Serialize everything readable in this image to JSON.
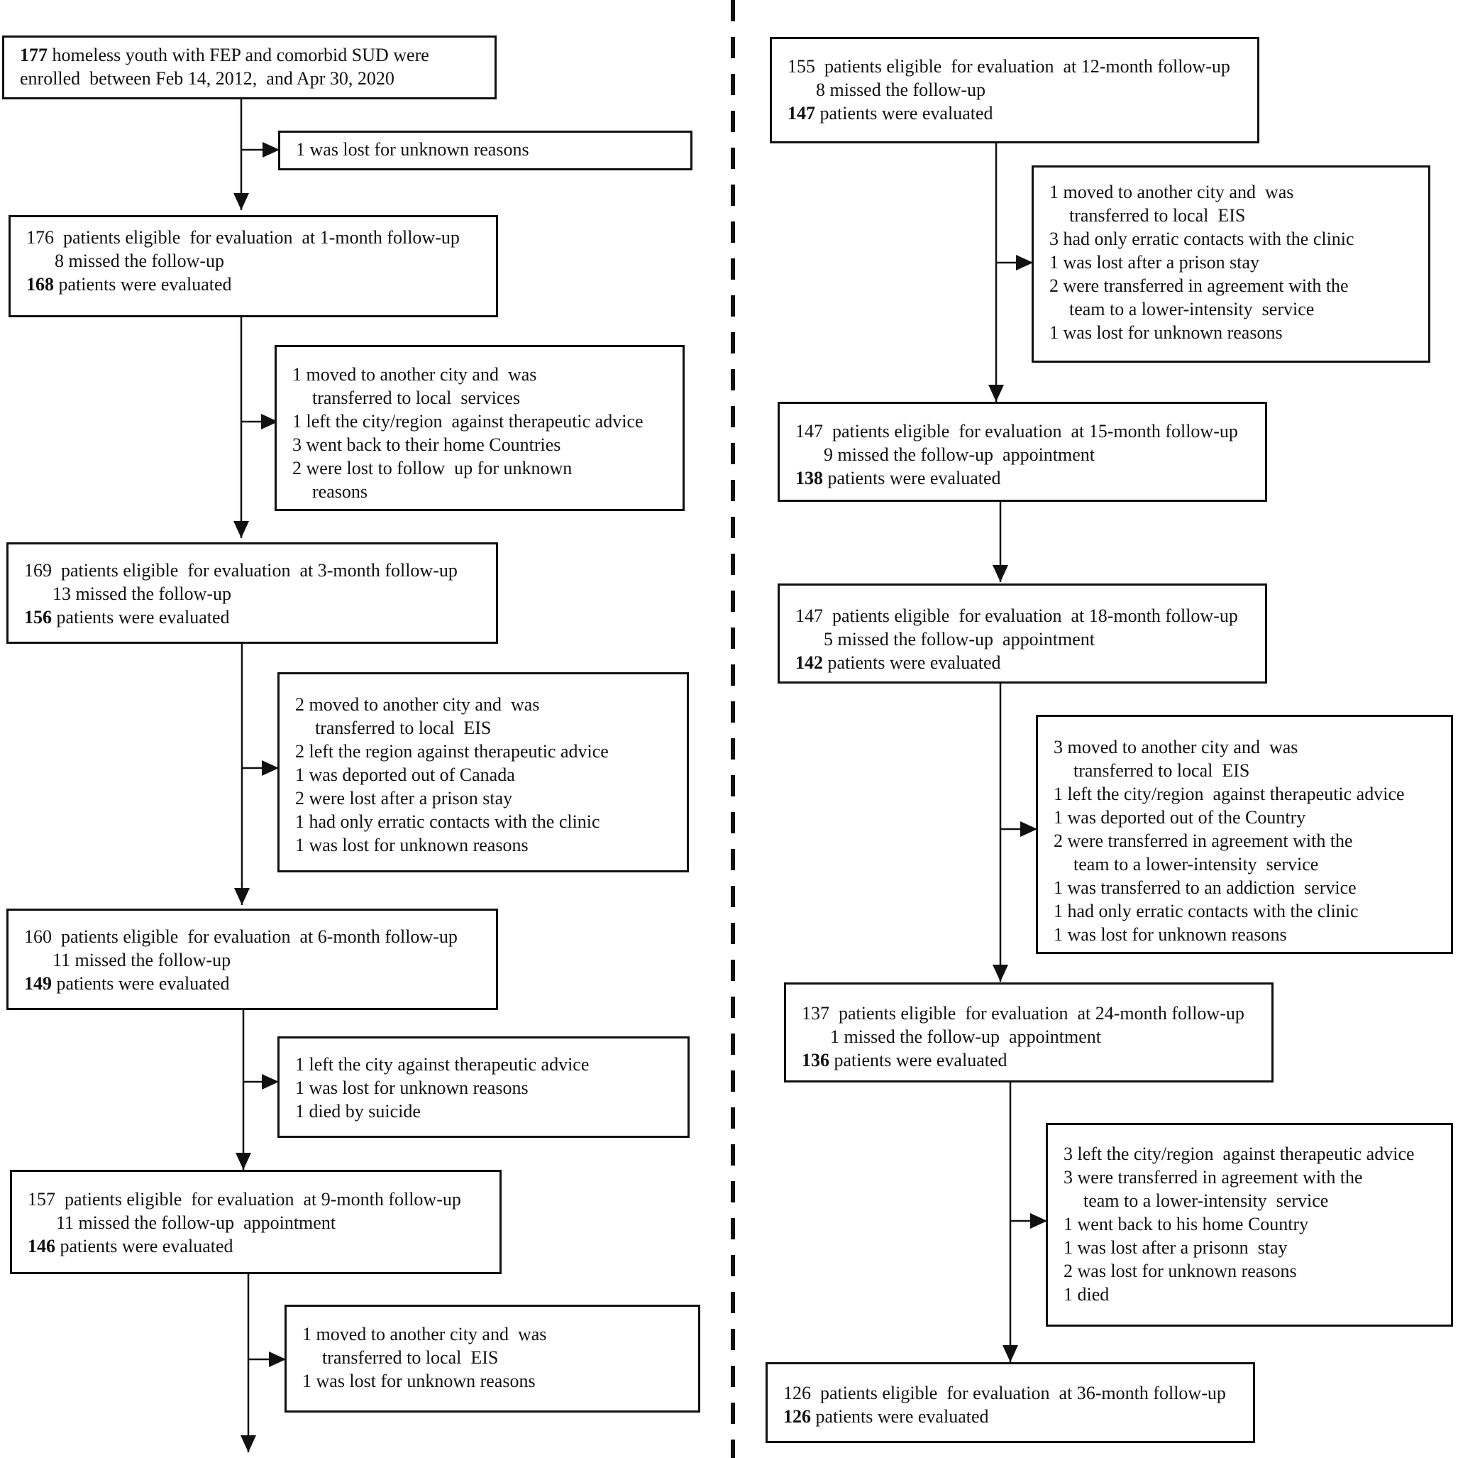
{
  "left_column": [
    {
      "name": "enrolled",
      "lines": [
        {
          "bold": "177",
          "text": " homeless youth with FEP and comorbid SUD were"
        },
        {
          "bold": "",
          "text": "enrolled  between Feb 14, 2012,  and Apr 30, 2020"
        }
      ]
    },
    {
      "name": "loss-0",
      "lines": [
        {
          "bold": "",
          "text": "1 was lost for unknown reasons"
        }
      ]
    },
    {
      "name": "followup-1-month",
      "lines": [
        {
          "bold": "",
          "text": "176  patients eligible  for evaluation  at 1-month follow-up"
        },
        {
          "bold": "",
          "text": "8 missed the follow-up",
          "sub": true
        },
        {
          "bold": "168",
          "text": " patients were evaluated"
        }
      ]
    },
    {
      "name": "loss-1",
      "lines": [
        {
          "bold": "",
          "text": "1 moved to another city and  was"
        },
        {
          "bold": "",
          "text": "transferred to local  services",
          "ind": true
        },
        {
          "bold": "",
          "text": "1 left the city/region  against therapeutic advice"
        },
        {
          "bold": "",
          "text": "3 went back to their home Countries"
        },
        {
          "bold": "",
          "text": "2 were lost to follow  up for unknown"
        },
        {
          "bold": "",
          "text": "reasons",
          "ind": true
        }
      ]
    },
    {
      "name": "followup-3-month",
      "lines": [
        {
          "bold": "",
          "text": "169  patients eligible  for evaluation  at 3-month follow-up"
        },
        {
          "bold": "",
          "text": "13 missed the follow-up",
          "sub": true
        },
        {
          "bold": "156",
          "text": " patients were evaluated"
        }
      ]
    },
    {
      "name": "loss-3",
      "lines": [
        {
          "bold": "",
          "text": "2 moved to another city and  was"
        },
        {
          "bold": "",
          "text": "transferred to local  EIS",
          "ind": true
        },
        {
          "bold": "",
          "text": "2 left the region against therapeutic advice"
        },
        {
          "bold": "",
          "text": "1 was deported out of Canada"
        },
        {
          "bold": "",
          "text": "2 were lost after a prison stay"
        },
        {
          "bold": "",
          "text": "1 had only erratic contacts with the clinic"
        },
        {
          "bold": "",
          "text": "1 was lost for unknown reasons"
        }
      ]
    },
    {
      "name": "followup-6-month",
      "lines": [
        {
          "bold": "",
          "text": "160  patients eligible  for evaluation  at 6-month follow-up"
        },
        {
          "bold": "",
          "text": "11 missed the follow-up",
          "sub": true
        },
        {
          "bold": "149",
          "text": " patients were evaluated"
        }
      ]
    },
    {
      "name": "loss-6",
      "lines": [
        {
          "bold": "",
          "text": "1 left the city against therapeutic advice"
        },
        {
          "bold": "",
          "text": "1 was lost for unknown reasons"
        },
        {
          "bold": "",
          "text": "1 died by suicide"
        }
      ]
    },
    {
      "name": "followup-9-month",
      "lines": [
        {
          "bold": "",
          "text": "157  patients eligible  for evaluation  at 9-month follow-up"
        },
        {
          "bold": "",
          "text": "11 missed the follow-up  appointment",
          "sub": true
        },
        {
          "bold": "146",
          "text": " patients were evaluated"
        }
      ]
    },
    {
      "name": "loss-9",
      "lines": [
        {
          "bold": "",
          "text": "1 moved to another city and  was"
        },
        {
          "bold": "",
          "text": "transferred to local  EIS",
          "ind": true
        },
        {
          "bold": "",
          "text": "1 was lost for unknown reasons"
        }
      ]
    }
  ],
  "right_column": [
    {
      "name": "followup-12-month",
      "lines": [
        {
          "bold": "",
          "text": "155  patients eligible  for evaluation  at 12-month follow-up"
        },
        {
          "bold": "",
          "text": "8 missed the follow-up",
          "sub": true
        },
        {
          "bold": "147",
          "text": " patients were evaluated"
        }
      ]
    },
    {
      "name": "loss-12",
      "lines": [
        {
          "bold": "",
          "text": "1 moved to another city and  was"
        },
        {
          "bold": "",
          "text": "transferred to local  EIS",
          "ind": true
        },
        {
          "bold": "",
          "text": "3 had only erratic contacts with the clinic"
        },
        {
          "bold": "",
          "text": "1 was lost after a prison stay"
        },
        {
          "bold": "",
          "text": "2 were transferred in agreement with the"
        },
        {
          "bold": "",
          "text": "team to a lower-intensity  service",
          "ind": true
        },
        {
          "bold": "",
          "text": "1 was lost for unknown reasons"
        }
      ]
    },
    {
      "name": "followup-15-month",
      "lines": [
        {
          "bold": "",
          "text": "147  patients eligible  for evaluation  at 15-month follow-up"
        },
        {
          "bold": "",
          "text": "9 missed the follow-up  appointment",
          "sub": true
        },
        {
          "bold": "138",
          "text": " patients were evaluated"
        }
      ]
    },
    {
      "name": "followup-18-month",
      "lines": [
        {
          "bold": "",
          "text": "147  patients eligible  for evaluation  at 18-month follow-up"
        },
        {
          "bold": "",
          "text": "5 missed the follow-up  appointment",
          "sub": true
        },
        {
          "bold": "142",
          "text": " patients were evaluated"
        }
      ]
    },
    {
      "name": "loss-18",
      "lines": [
        {
          "bold": "",
          "text": "3 moved to another city and  was"
        },
        {
          "bold": "",
          "text": "transferred to local  EIS",
          "ind": true
        },
        {
          "bold": "",
          "text": "1 left the city/region  against therapeutic advice"
        },
        {
          "bold": "",
          "text": "1 was deported out of the Country"
        },
        {
          "bold": "",
          "text": "2 were transferred in agreement with the"
        },
        {
          "bold": "",
          "text": "team to a lower-intensity  service",
          "ind": true
        },
        {
          "bold": "",
          "text": "1 was transferred to an addiction  service"
        },
        {
          "bold": "",
          "text": "1 had only erratic contacts with the clinic"
        },
        {
          "bold": "",
          "text": "1 was lost for unknown reasons"
        }
      ]
    },
    {
      "name": "followup-24-month",
      "lines": [
        {
          "bold": "",
          "text": "137  patients eligible  for evaluation  at 24-month follow-up"
        },
        {
          "bold": "",
          "text": "1 missed the follow-up  appointment",
          "sub": true
        },
        {
          "bold": "136",
          "text": " patients were evaluated"
        }
      ]
    },
    {
      "name": "loss-24",
      "lines": [
        {
          "bold": "",
          "text": "3 left the city/region  against therapeutic advice"
        },
        {
          "bold": "",
          "text": "3 were transferred in agreement with the"
        },
        {
          "bold": "",
          "text": "team to a lower-intensity  service",
          "ind": true
        },
        {
          "bold": "",
          "text": "1 went back to his home Country"
        },
        {
          "bold": "",
          "text": "1 was lost after a prisonn  stay"
        },
        {
          "bold": "",
          "text": "2 was lost for unknown reasons"
        },
        {
          "bold": "",
          "text": "1 died"
        }
      ]
    },
    {
      "name": "followup-36-month",
      "lines": [
        {
          "bold": "",
          "text": "126  patients eligible  for evaluation  at 36-month follow-up"
        },
        {
          "bold": "126",
          "text": " patients were evaluated"
        }
      ]
    }
  ]
}
